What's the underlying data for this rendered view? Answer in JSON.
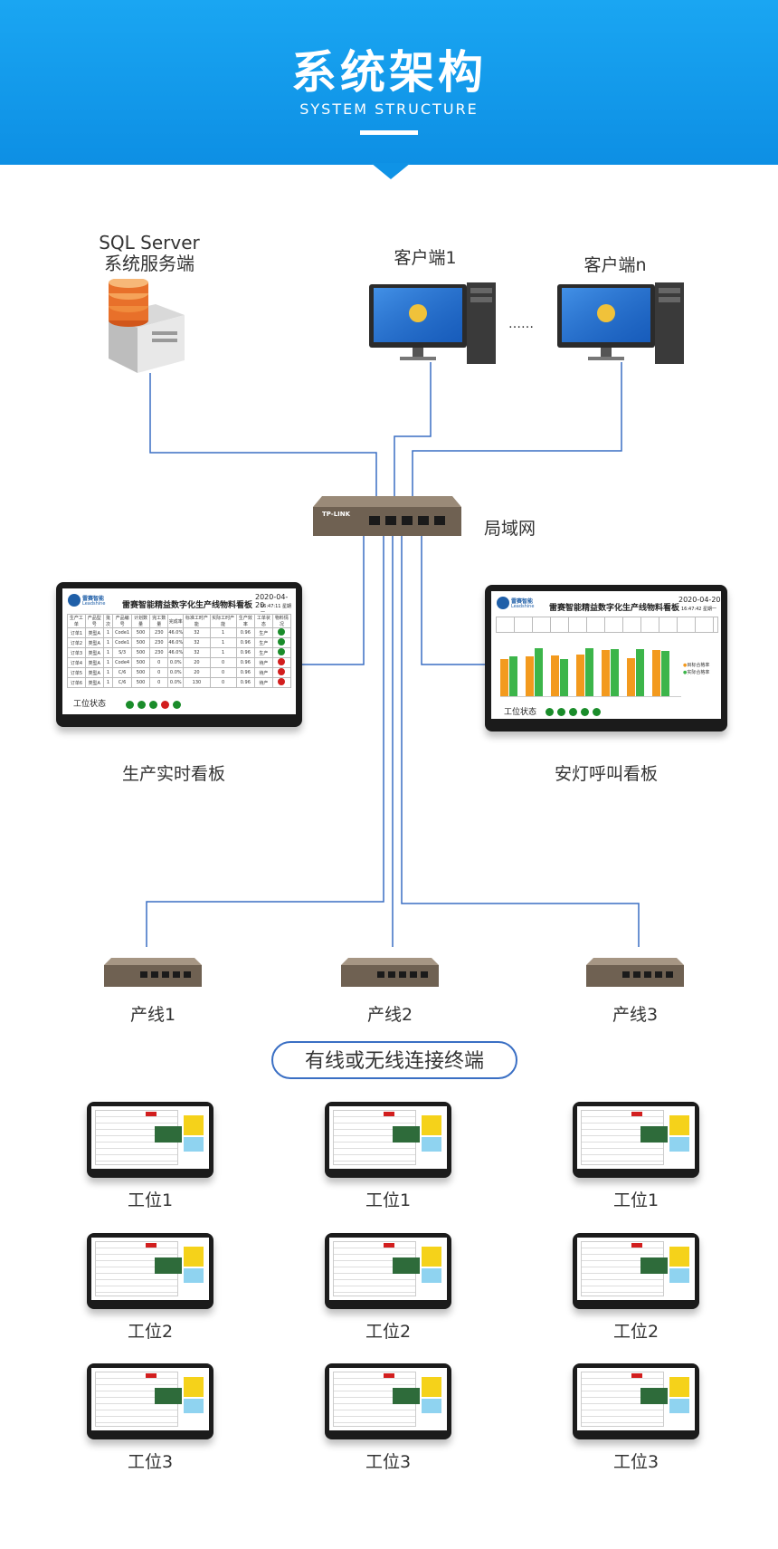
{
  "header": {
    "title": "系统架构",
    "subtitle": "SYSTEM STRUCTURE"
  },
  "server": {
    "label_line1": "SQL  Server",
    "label_line2": "系统服务端"
  },
  "clients": [
    {
      "label": "客户端1"
    },
    {
      "label": "客户端n"
    }
  ],
  "client_ellipsis": "……",
  "lan": {
    "label": "局域网",
    "brand": "TP-LINK"
  },
  "board_left": {
    "label": "生产实时看板",
    "company": "雷赛智能",
    "company_en": "Leadshine",
    "title": "雷赛智能精益数字化生产线物料看板",
    "date": "2020-04-20",
    "time": "16:47:11  星期一",
    "status_label": "工位状态",
    "columns": [
      "生产工单",
      "产品型号",
      "批次",
      "产品编号",
      "计划数量",
      "完工数量",
      "完成率",
      "标准工时产能",
      "实际工时产能",
      "生产效率",
      "工单状态",
      "物料情况"
    ],
    "rows": [
      [
        "订单1",
        "类型A",
        "1",
        "Code1",
        "500",
        "230",
        "46.0%",
        "32",
        "1",
        "0.96",
        "生产",
        "green"
      ],
      [
        "订单2",
        "类型A",
        "1",
        "Code1",
        "500",
        "230",
        "46.0%",
        "32",
        "1",
        "0.96",
        "生产",
        "green"
      ],
      [
        "订单3",
        "类型A",
        "1",
        "S/3",
        "500",
        "230",
        "46.0%",
        "32",
        "1",
        "0.96",
        "生产",
        "green"
      ],
      [
        "订单4",
        "类型A",
        "1",
        "Code4",
        "500",
        "0",
        "0.0%",
        "20",
        "0",
        "0.96",
        "待产",
        "red"
      ],
      [
        "订单5",
        "类型A",
        "1",
        "C/6",
        "500",
        "0",
        "0.0%",
        "20",
        "0",
        "0.96",
        "待产",
        "red"
      ],
      [
        "订单6",
        "类型A",
        "1",
        "C/6",
        "500",
        "0",
        "0.0%",
        "130",
        "0",
        "0.96",
        "待产",
        "red"
      ]
    ],
    "status_dots": [
      "#1a8c2a",
      "#1a8c2a",
      "#1a8c2a",
      "#d21e1e",
      "#1a8c2a"
    ]
  },
  "board_right": {
    "label": "安灯呼叫看板",
    "company": "雷赛智能",
    "company_en": "Leadshine",
    "title": "雷赛智能精益数字化生产线物料看板",
    "date": "2020-04-20",
    "time": "16:47:42  星期一",
    "status_label": "工位状态",
    "legend": [
      "目标合格率",
      "实际合格率"
    ],
    "status_dots": [
      "#1a8c2a",
      "#1a8c2a",
      "#1a8c2a",
      "#1a8c2a",
      "#1a8c2a"
    ],
    "colors": {
      "target": "#f39a1e",
      "actual": "#3cb54a"
    }
  },
  "lines": [
    {
      "label": "产线1"
    },
    {
      "label": "产线2"
    },
    {
      "label": "产线3"
    }
  ],
  "terminal_pill": "有线或无线连接终端",
  "stations": [
    [
      "工位1",
      "工位1",
      "工位1"
    ],
    [
      "工位2",
      "工位2",
      "工位2"
    ],
    [
      "工位3",
      "工位3",
      "工位3"
    ]
  ],
  "colors": {
    "header": "#1aa6f2",
    "wire": "#3a6fc4"
  }
}
